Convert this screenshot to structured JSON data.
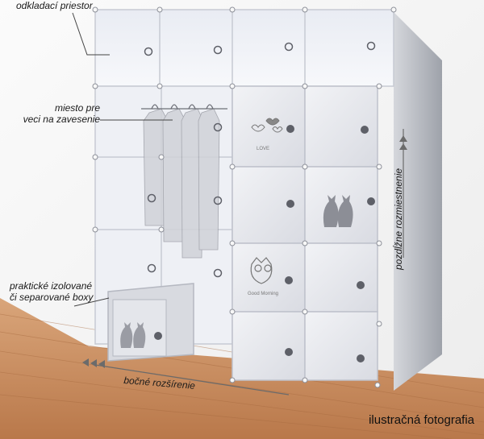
{
  "labels": {
    "storage": "odkladací priestor",
    "hanging_line1": "miesto pre",
    "hanging_line2": "veci na zavesenie",
    "boxes_line1": "praktické izolované",
    "boxes_line2": "či separované boxy",
    "side_extension": "bočné rozšírenie",
    "longitudinal": "pozdĺžne rozmiestnenie",
    "caption": "ilustračná fotografia"
  },
  "door_texts": {
    "love": "LOVE",
    "good_morning": "Good Morning"
  },
  "colors": {
    "wall": "#f4f4f4",
    "floor": "#c8936a",
    "panel": "#e8e9ee",
    "frame": "#bfc2cc",
    "arrow": "#6b6b6b"
  }
}
